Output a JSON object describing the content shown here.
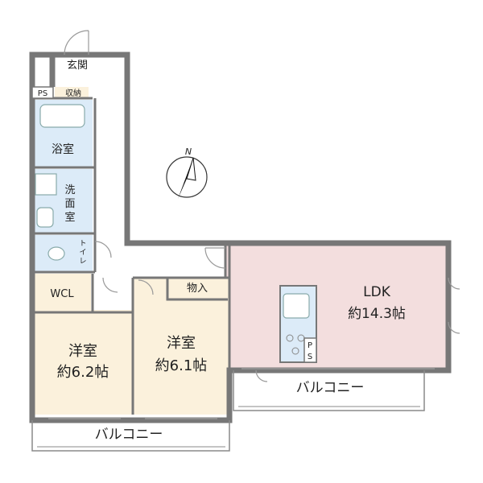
{
  "rooms": {
    "genkan": "玄関",
    "ps_top": "PS",
    "shuno": "収納",
    "bath": "浴室",
    "senmen": [
      "洗",
      "面",
      "室"
    ],
    "toilet": [
      "ト",
      "イ",
      "レ"
    ],
    "wcl": "WCL",
    "monoire": "物入",
    "yoshitsu1_name": "洋室",
    "yoshitsu1_size": "約6.2帖",
    "yoshitsu2_name": "洋室",
    "yoshitsu2_size": "約6.1帖",
    "ldk_name": "LDK",
    "ldk_size": "約14.3帖",
    "ps_kitchen": [
      "P",
      "S"
    ],
    "balcony_right": "バルコニー",
    "balcony_bottom": "バルコニー"
  },
  "compass": {
    "label": "N"
  },
  "colors": {
    "ldk": "#f3dede",
    "yoshitsu": "#fbf1dc",
    "wcl": "#fbf1dc",
    "wet": "#dcebf8",
    "wall": "#777777",
    "balcony": "#ffffff"
  }
}
